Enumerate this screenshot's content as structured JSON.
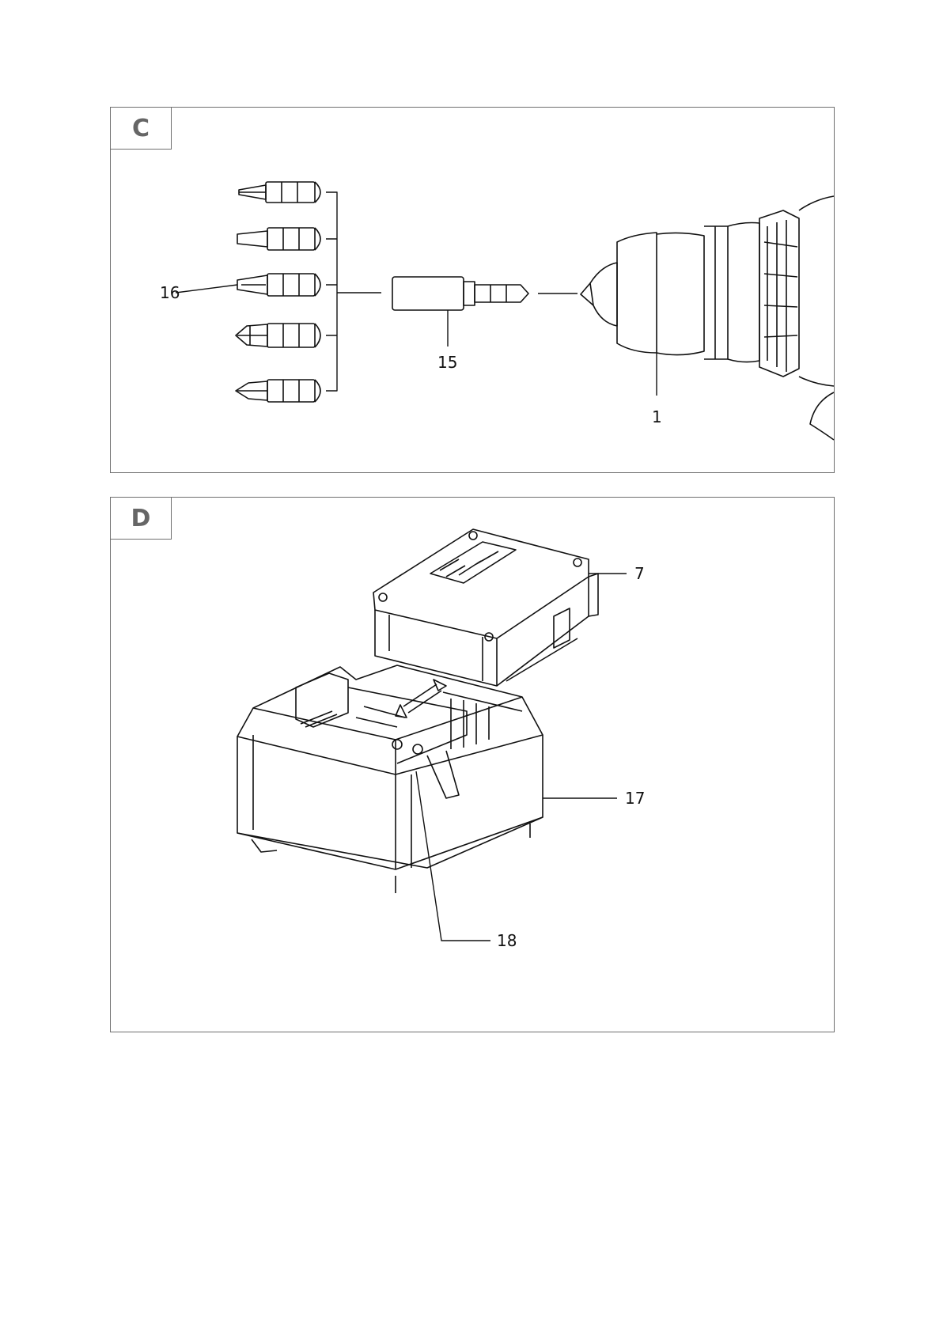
{
  "panels": {
    "c": {
      "label": "C",
      "callouts": [
        "16",
        "15",
        "1"
      ]
    },
    "d": {
      "label": "D",
      "callouts": [
        "7",
        "17",
        "18"
      ]
    }
  }
}
